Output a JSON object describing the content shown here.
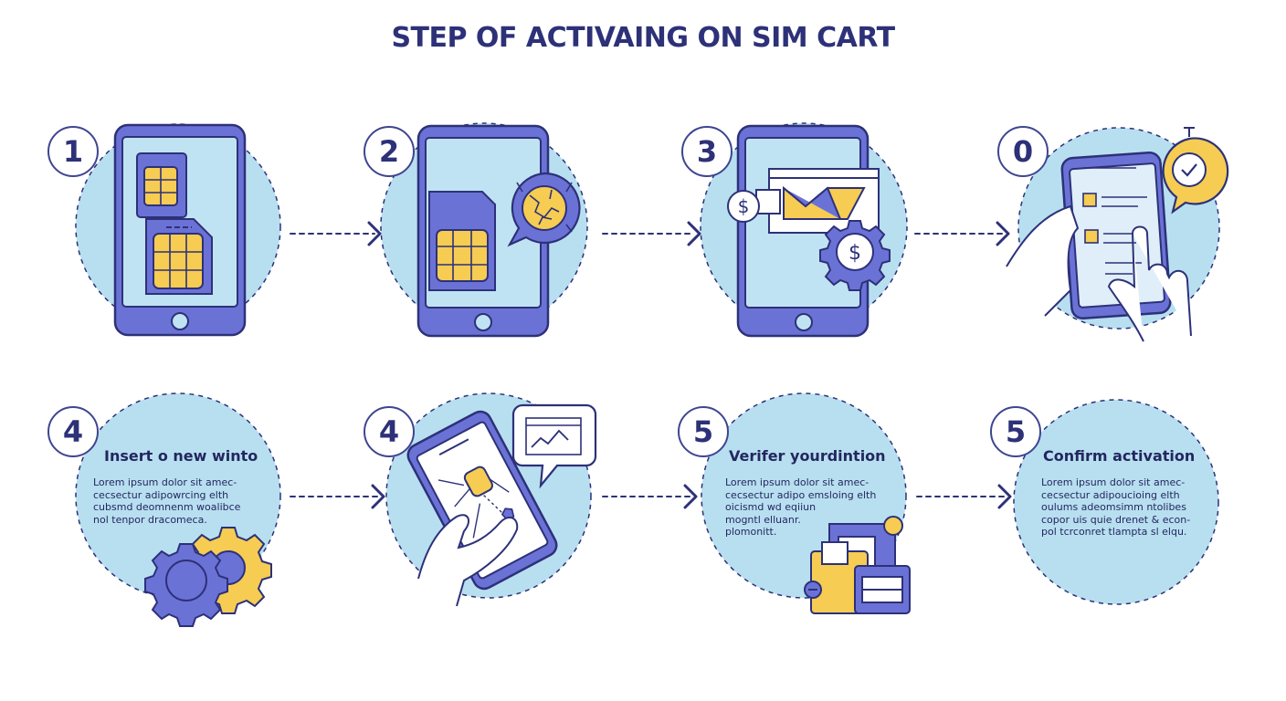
{
  "title": "STEP OF ACTIVAING ON SIM CART",
  "colors": {
    "navy": "#2d3178",
    "purple": "#6b72d6",
    "light_blue": "#b8dff0",
    "yellow": "#f6cc52",
    "screen": "#bfe3f2"
  },
  "top_steps": [
    {
      "number": "1",
      "icon": "sim-card-icon"
    },
    {
      "number": "2",
      "icon": "sim-with-globe-icon"
    },
    {
      "number": "3",
      "icon": "payment-gear-icon"
    },
    {
      "number": "0",
      "icon": "tap-checklist-icon"
    }
  ],
  "bottom_steps": [
    {
      "number": "4",
      "title": "Insert o new winto",
      "body": [
        "Lorem ipsum dolor sit amec-",
        "cecsectur adipowrcing elth",
        "cubsmd deomnenm woalibce",
        "nol tenpor dracomeca."
      ],
      "icon": "gears-icon"
    },
    {
      "number": "4",
      "title": "",
      "body": [],
      "icon": "hand-phone-icon"
    },
    {
      "number": "5",
      "title": "Verifer yourdintion",
      "body": [
        "Lorem ipsum dolor sit amec-",
        "cecsectur adipo emsloing elth",
        "oicismd wd eqiiun",
        "mogntl elluanr.",
        "plomonitt."
      ],
      "icon": "wallet-documents-icon"
    },
    {
      "number": "5",
      "title": "Confirm activation",
      "body": [
        "Lorem ipsum dolor sit amec-",
        "cecsectur adipoucioing elth",
        "oulums adeomsimm ntolibes",
        "copor uis quie drenet & econ-",
        "pol tcrconret tlampta sl elqu."
      ],
      "icon": ""
    }
  ]
}
